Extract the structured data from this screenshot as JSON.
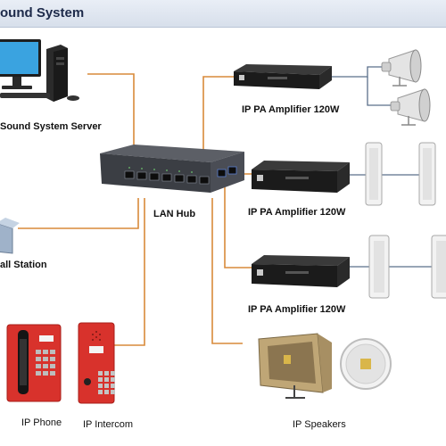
{
  "header": {
    "title": "ound System"
  },
  "nodes": {
    "server": {
      "label": "Sound System Server"
    },
    "hub": {
      "label": "LAN Hub"
    },
    "amplifier_1": {
      "label": "IP PA Amplifier 120W"
    },
    "amplifier_2": {
      "label": "IP PA Amplifier 120W"
    },
    "amplifier_3": {
      "label": "IP PA Amplifier 120W"
    },
    "call_station": {
      "label": "all Station"
    },
    "phone": {
      "label": "IP Phone"
    },
    "intercom": {
      "label": "IP Intercom"
    },
    "speakers": {
      "label": "IP Speakers"
    }
  },
  "colors": {
    "wire_lan": "#d98a3a",
    "wire_speaker": "#5a6f8a",
    "device_red": "#d8322c",
    "amp_black": "#1b1b1b"
  }
}
